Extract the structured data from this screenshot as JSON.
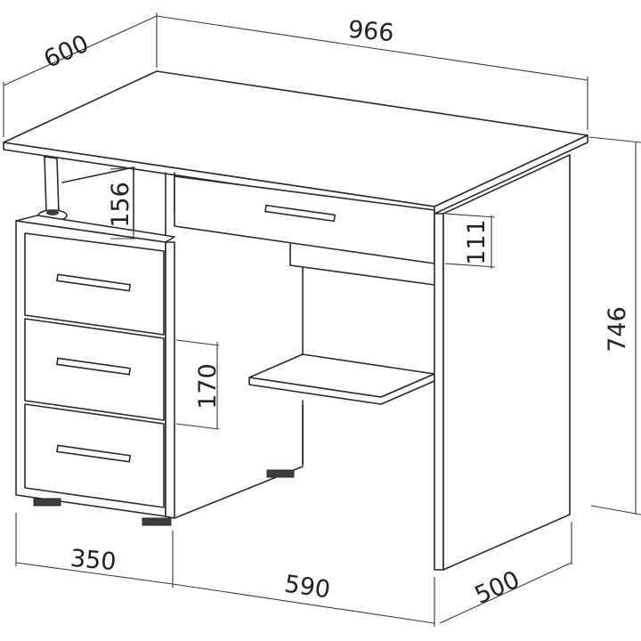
{
  "drawing": {
    "subject": "Desk",
    "dimensions": {
      "depth_top": "600",
      "width": "966",
      "height": "746",
      "left_pedestal_width": "350",
      "knee_space_width": "590",
      "side_depth": "500",
      "upper_gap": "156",
      "drawer_height": "111",
      "pedestal_drawer_height": "170"
    },
    "colors": {
      "line": "#2a2a2a",
      "background": "#ffffff",
      "foot": "#3c3c3c"
    }
  }
}
